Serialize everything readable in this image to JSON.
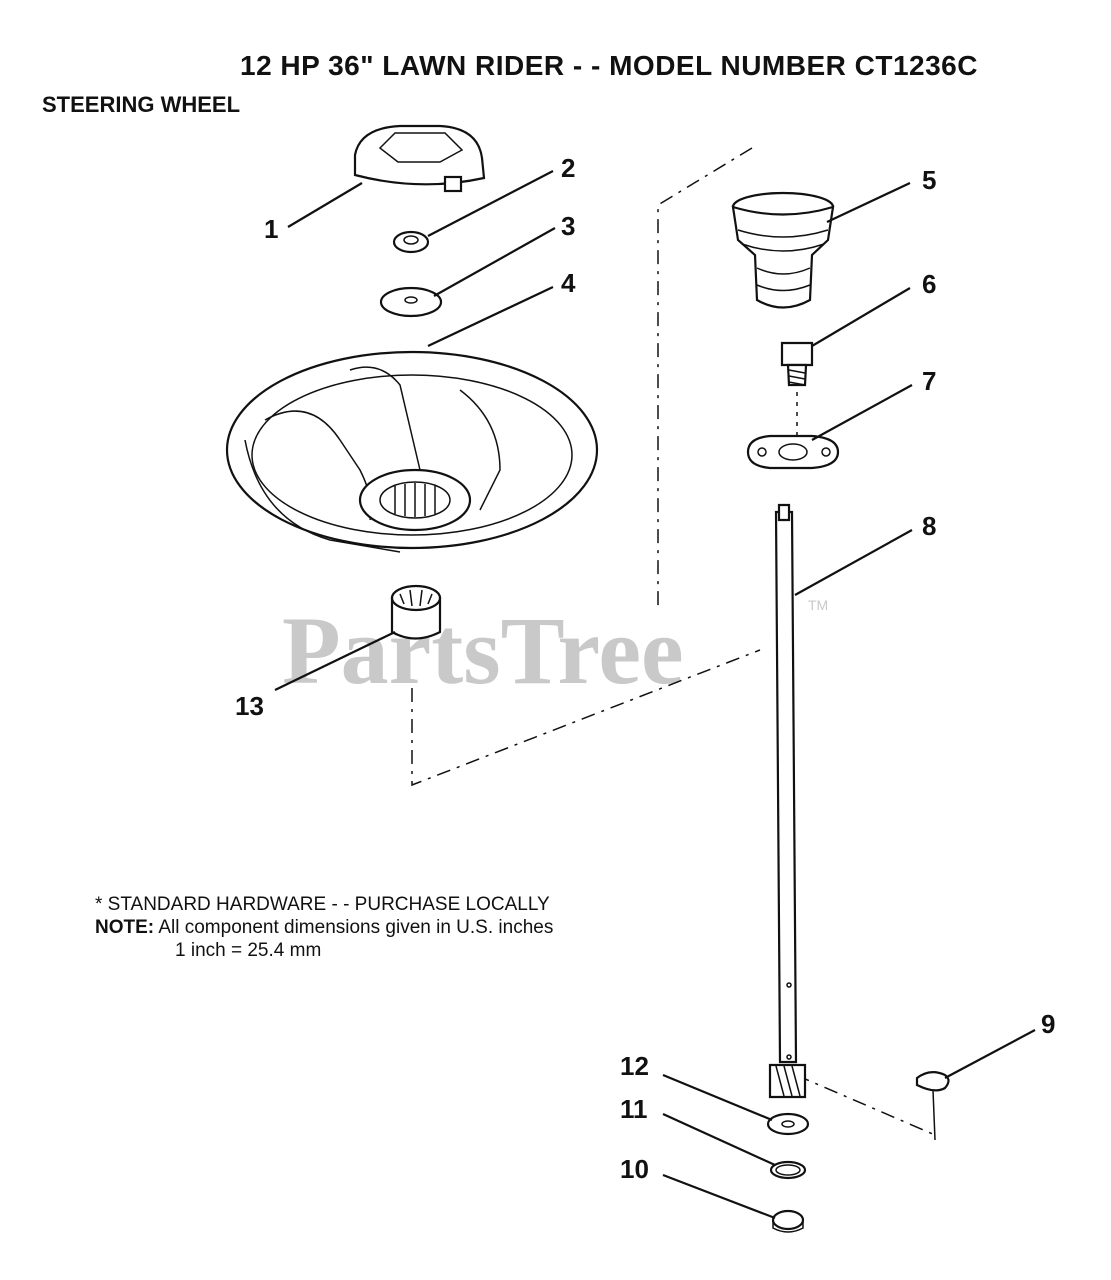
{
  "header": {
    "title": "12 HP 36\" LAWN RIDER - - MODEL NUMBER CT1236C",
    "section": "STEERING WHEEL"
  },
  "notes": {
    "line1": "* STANDARD HARDWARE - - PURCHASE LOCALLY",
    "note_label": "NOTE:",
    "line2": "All component dimensions given in U.S. inches",
    "line3": "1 inch = 25.4 mm"
  },
  "watermark": {
    "text": "PartsTree",
    "tm": "TM"
  },
  "callouts": {
    "c1": "1",
    "c2": "2",
    "c3": "3",
    "c4": "4",
    "c5": "5",
    "c6": "6",
    "c7": "7",
    "c8": "8",
    "c9": "9",
    "c10": "10",
    "c11": "11",
    "c12": "12",
    "c13": "13"
  }
}
